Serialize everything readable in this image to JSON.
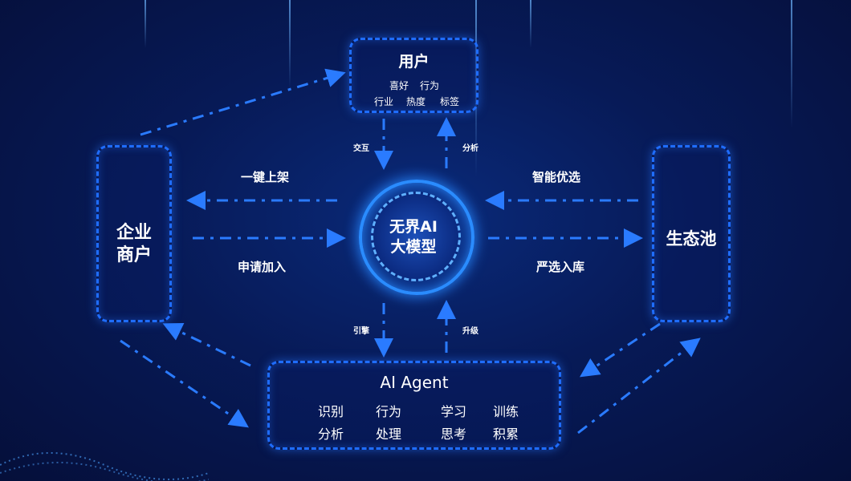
{
  "nodes": {
    "user": {
      "title": "用户",
      "tags_row1": [
        "喜好",
        "行为"
      ],
      "tags_row2": [
        "行业",
        "热度",
        "标签"
      ]
    },
    "enterprise": {
      "title_line1": "企业",
      "title_line2": "商户"
    },
    "ecosystem": {
      "title": "生态池"
    },
    "core": {
      "line1": "无界AI",
      "line2": "大模型"
    },
    "agent": {
      "title": "AI Agent",
      "row1": [
        "识别",
        "行为",
        "学习",
        "训练"
      ],
      "row2": [
        "分析",
        "处理",
        "思考",
        "积累"
      ]
    }
  },
  "edges": {
    "one_click_listing": "一键上架",
    "apply_join": "申请加入",
    "smart_select": "智能优选",
    "strict_storage": "严选入库",
    "interact": "交互",
    "analyze": "分析",
    "guide": "引擎",
    "upgrade": "升级"
  },
  "colors": {
    "accent": "#1f6dff",
    "background": "#071a57"
  }
}
